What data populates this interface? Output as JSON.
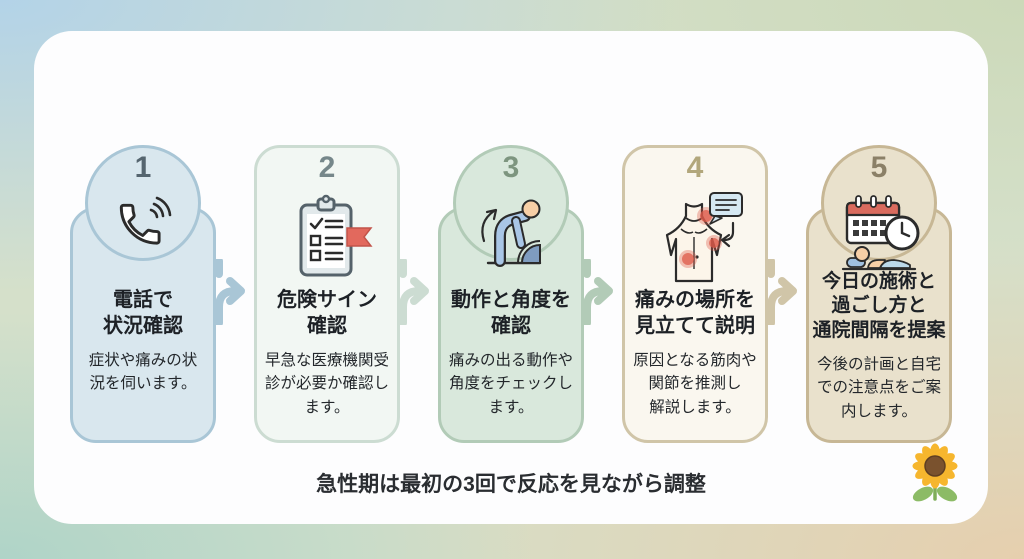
{
  "panel": {
    "background": "#fdfdfe"
  },
  "background": {
    "top_left": "#b3d3e8",
    "bottom_left": "#afd4c8",
    "bottom_right": "#e6cfae",
    "top_right": "#ccd9b9"
  },
  "steps": [
    {
      "number": "1",
      "title": "電話で\n状況確認",
      "description": "症状や痛みの状\n況を伺います。",
      "icon": "phone-call-icon",
      "shape": "circle-top",
      "colors": {
        "fill": "#d9e7ee",
        "border": "#a9c6d6",
        "number": "#55656f"
      }
    },
    {
      "number": "2",
      "title": "危険サイン\n確認",
      "description": "早急な医療機関受\n診が必要か確認し\nます。",
      "icon": "checklist-flag-icon",
      "shape": "tall",
      "colors": {
        "fill": "#f2f7f3",
        "border": "#ccdcd2",
        "number": "#76878a"
      }
    },
    {
      "number": "3",
      "title": "動作と角度を\n確認",
      "description": "痛みの出る動作や\n角度をチェックし\nます。",
      "icon": "bending-person-icon",
      "shape": "circle-top",
      "colors": {
        "fill": "#d9e8dc",
        "border": "#b2cbb7",
        "number": "#7d957f"
      }
    },
    {
      "number": "4",
      "title": "痛みの場所を\n見立てて説明",
      "description": "原因となる筋肉や\n関節を推測し\n解説します。",
      "icon": "torso-pain-speech-icon",
      "shape": "tall",
      "colors": {
        "fill": "#faf7ef",
        "border": "#d0c5a8",
        "number": "#b2a77c"
      }
    },
    {
      "number": "5",
      "title": "今日の施術と\n過ごし方と\n通院間隔を提案",
      "description": "今後の計画と自宅\nでの注意点をご案\n内します。",
      "icon": "calendar-clock-sleep-icon",
      "shape": "circle-top",
      "colors": {
        "fill": "#e9e1cc",
        "border": "#c7b795",
        "number": "#8b8067"
      }
    }
  ],
  "arrows": [
    {
      "color": "#a9c6d6"
    },
    {
      "color": "#ccdcd2"
    },
    {
      "color": "#b2cbb7"
    },
    {
      "color": "#d0c5a8"
    }
  ],
  "footer": {
    "note": "急性期は最初の3回で反応を見ながら調整"
  },
  "decorations": {
    "sunflower": "sunflower-icon"
  }
}
